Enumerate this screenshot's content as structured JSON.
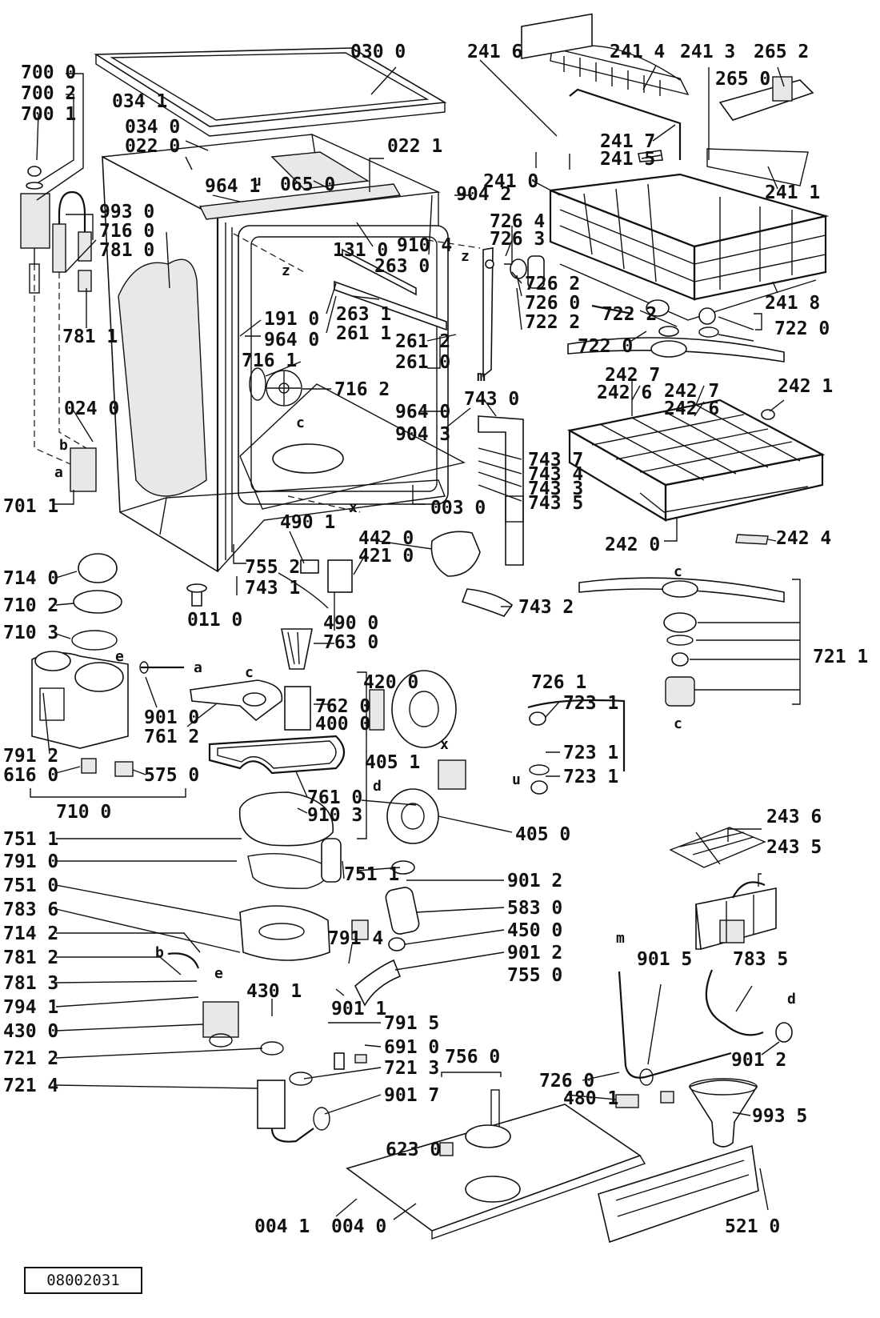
{
  "document_code": "08002031",
  "parts": [
    {
      "label": "700 0"
    },
    {
      "label": "700 2"
    },
    {
      "label": "700 1"
    },
    {
      "label": "034 1"
    },
    {
      "label": "034 0"
    },
    {
      "label": "022 0"
    },
    {
      "label": "030 0"
    },
    {
      "label": "022 1"
    },
    {
      "label": "964 1"
    },
    {
      "label": "065 0"
    },
    {
      "label": "993 0"
    },
    {
      "label": "716 0"
    },
    {
      "label": "781 0"
    },
    {
      "label": "781 1"
    },
    {
      "label": "131 0"
    },
    {
      "label": "910 4"
    },
    {
      "label": "263 0"
    },
    {
      "label": "263 1"
    },
    {
      "label": "261 1"
    },
    {
      "label": "191 0"
    },
    {
      "label": "964 0"
    },
    {
      "label": "716 1"
    },
    {
      "label": "716 2"
    },
    {
      "label": "261 2"
    },
    {
      "label": "261 0"
    },
    {
      "label": "964 0"
    },
    {
      "label": "904 3"
    },
    {
      "label": "024 0"
    },
    {
      "label": "904 2"
    },
    {
      "label": "726 4"
    },
    {
      "label": "726 3"
    },
    {
      "label": "726 2"
    },
    {
      "label": "726 0"
    },
    {
      "label": "722 2"
    },
    {
      "label": "701 1"
    },
    {
      "label": "003 0"
    },
    {
      "label": "743 0"
    },
    {
      "label": "743 7"
    },
    {
      "label": "743 4"
    },
    {
      "label": "743 3"
    },
    {
      "label": "743 5"
    },
    {
      "label": "490 1"
    },
    {
      "label": "442 0"
    },
    {
      "label": "421 0"
    },
    {
      "label": "714 0"
    },
    {
      "label": "710 2"
    },
    {
      "label": "011 0"
    },
    {
      "label": "755 2"
    },
    {
      "label": "743 1"
    },
    {
      "label": "490 0"
    },
    {
      "label": "743 2"
    },
    {
      "label": "710 3"
    },
    {
      "label": "763 0"
    },
    {
      "label": "726 1"
    },
    {
      "label": "901 0"
    },
    {
      "label": "761 2"
    },
    {
      "label": "762 0"
    },
    {
      "label": "420 0"
    },
    {
      "label": "400 0"
    },
    {
      "label": "723 1"
    },
    {
      "label": "791 2"
    },
    {
      "label": "616 0"
    },
    {
      "label": "575 0"
    },
    {
      "label": "723 1"
    },
    {
      "label": "723 1"
    },
    {
      "label": "405 1"
    },
    {
      "label": "761 0"
    },
    {
      "label": "910 3"
    },
    {
      "label": "405 0"
    },
    {
      "label": "710 0"
    },
    {
      "label": "751 1"
    },
    {
      "label": "751 1"
    },
    {
      "label": "901 2"
    },
    {
      "label": "791 0"
    },
    {
      "label": "583 0"
    },
    {
      "label": "751 0"
    },
    {
      "label": "450 0"
    },
    {
      "label": "783 6"
    },
    {
      "label": "791 4"
    },
    {
      "label": "714 2"
    },
    {
      "label": "901 2"
    },
    {
      "label": "755 0"
    },
    {
      "label": "781 2"
    },
    {
      "label": "781 3"
    },
    {
      "label": "430 1"
    },
    {
      "label": "794 1"
    },
    {
      "label": "901 1"
    },
    {
      "label": "430 0"
    },
    {
      "label": "791 5"
    },
    {
      "label": "721 2"
    },
    {
      "label": "691 0"
    },
    {
      "label": "721 3"
    },
    {
      "label": "721 4"
    },
    {
      "label": "901 7"
    },
    {
      "label": "756 0"
    },
    {
      "label": "623 0"
    },
    {
      "label": "480 1"
    },
    {
      "label": "004 1"
    },
    {
      "label": "004 0"
    },
    {
      "label": "521 0"
    },
    {
      "label": "241 6"
    },
    {
      "label": "241 4"
    },
    {
      "label": "241 3"
    },
    {
      "label": "265 2"
    },
    {
      "label": "265 0"
    },
    {
      "label": "241 7"
    },
    {
      "label": "241 5"
    },
    {
      "label": "241 1"
    },
    {
      "label": "241 0"
    },
    {
      "label": "241 8"
    },
    {
      "label": "722 2"
    },
    {
      "label": "722 0"
    },
    {
      "label": "722 0"
    },
    {
      "label": "242 7"
    },
    {
      "label": "242 6"
    },
    {
      "label": "242 7"
    },
    {
      "label": "242 6"
    },
    {
      "label": "242 1"
    },
    {
      "label": "242 0"
    },
    {
      "label": "242 4"
    },
    {
      "label": "721 1"
    },
    {
      "label": "243 6"
    },
    {
      "label": "243 5"
    },
    {
      "label": "901 5"
    },
    {
      "label": "783 5"
    },
    {
      "label": "726 0"
    },
    {
      "label": "901 2"
    },
    {
      "label": "993 5"
    }
  ],
  "connectors": [
    "u",
    "z",
    "z",
    "c",
    "a",
    "b",
    "a",
    "x",
    "e",
    "c",
    "c",
    "x",
    "d",
    "u",
    "d",
    "m",
    "b",
    "e",
    "m",
    "c"
  ]
}
